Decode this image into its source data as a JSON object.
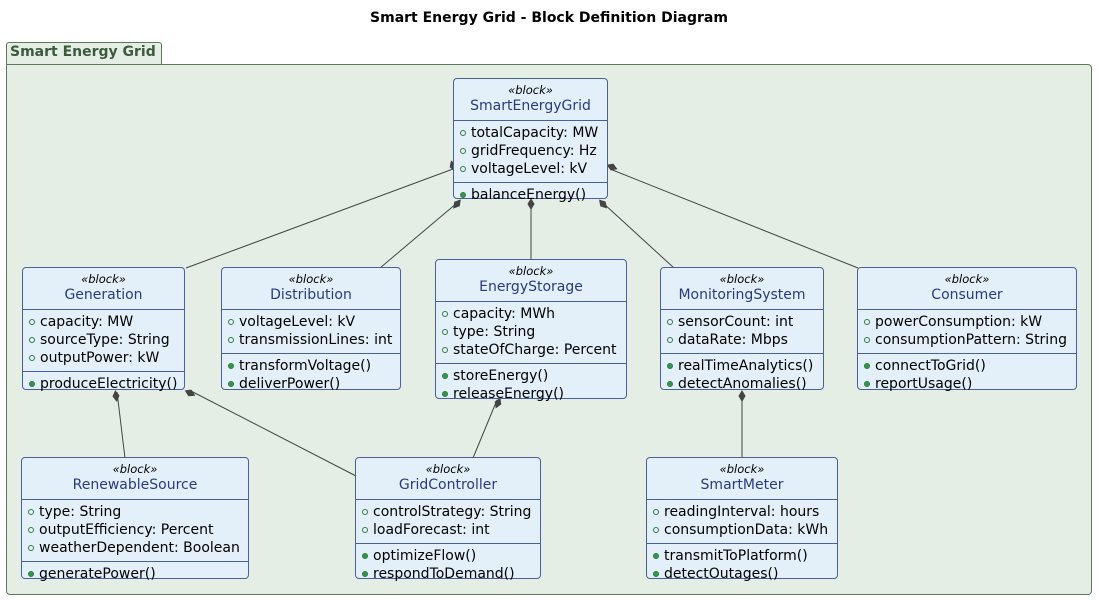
{
  "diagram_title": "Smart Energy Grid - Block Definition Diagram",
  "package": {
    "name": "Smart Energy Grid"
  },
  "blocks": {
    "smart_energy_grid": {
      "stereotype": "«block»",
      "name": "SmartEnergyGrid",
      "attributes": [
        "totalCapacity: MW",
        "gridFrequency: Hz",
        "voltageLevel: kV"
      ],
      "operations": [
        "balanceEnergy()"
      ]
    },
    "generation": {
      "stereotype": "«block»",
      "name": "Generation",
      "attributes": [
        "capacity: MW",
        "sourceType: String",
        "outputPower: kW"
      ],
      "operations": [
        "produceElectricity()"
      ]
    },
    "distribution": {
      "stereotype": "«block»",
      "name": "Distribution",
      "attributes": [
        "voltageLevel: kV",
        "transmissionLines: int"
      ],
      "operations": [
        "transformVoltage()",
        "deliverPower()"
      ]
    },
    "energy_storage": {
      "stereotype": "«block»",
      "name": "EnergyStorage",
      "attributes": [
        "capacity: MWh",
        "type: String",
        "stateOfCharge: Percent"
      ],
      "operations": [
        "storeEnergy()",
        "releaseEnergy()"
      ]
    },
    "monitoring_system": {
      "stereotype": "«block»",
      "name": "MonitoringSystem",
      "attributes": [
        "sensorCount: int",
        "dataRate: Mbps"
      ],
      "operations": [
        "realTimeAnalytics()",
        "detectAnomalies()"
      ]
    },
    "consumer": {
      "stereotype": "«block»",
      "name": "Consumer",
      "attributes": [
        "powerConsumption: kW",
        "consumptionPattern: String"
      ],
      "operations": [
        "connectToGrid()",
        "reportUsage()"
      ]
    },
    "renewable_source": {
      "stereotype": "«block»",
      "name": "RenewableSource",
      "attributes": [
        "type: String",
        "outputEfficiency: Percent",
        "weatherDependent: Boolean"
      ],
      "operations": [
        "generatePower()"
      ]
    },
    "grid_controller": {
      "stereotype": "«block»",
      "name": "GridController",
      "attributes": [
        "controlStrategy: String",
        "loadForecast: int"
      ],
      "operations": [
        "optimizeFlow()",
        "respondToDemand()"
      ]
    },
    "smart_meter": {
      "stereotype": "«block»",
      "name": "SmartMeter",
      "attributes": [
        "readingInterval: hours",
        "consumptionData: kWh"
      ],
      "operations": [
        "transmitToPlatform()",
        "detectOutages()"
      ]
    }
  },
  "compositions": [
    {
      "whole": "SmartEnergyGrid",
      "part": "Generation"
    },
    {
      "whole": "SmartEnergyGrid",
      "part": "Distribution"
    },
    {
      "whole": "SmartEnergyGrid",
      "part": "EnergyStorage"
    },
    {
      "whole": "SmartEnergyGrid",
      "part": "MonitoringSystem"
    },
    {
      "whole": "SmartEnergyGrid",
      "part": "Consumer"
    },
    {
      "whole": "Generation",
      "part": "RenewableSource"
    },
    {
      "whole": "Generation",
      "part": "GridController"
    },
    {
      "whole": "EnergyStorage",
      "part": "GridController"
    },
    {
      "whole": "MonitoringSystem",
      "part": "SmartMeter"
    }
  ],
  "colors": {
    "package_fill": "#e4eee4",
    "package_border": "#5a7a5a",
    "package_label": "#3d5a3d",
    "block_fill": "#e3f0fa",
    "block_border": "#4a5f9e",
    "block_name": "#2a3a80",
    "edge": "#444444",
    "visibility_marker": "#2f9a48"
  }
}
